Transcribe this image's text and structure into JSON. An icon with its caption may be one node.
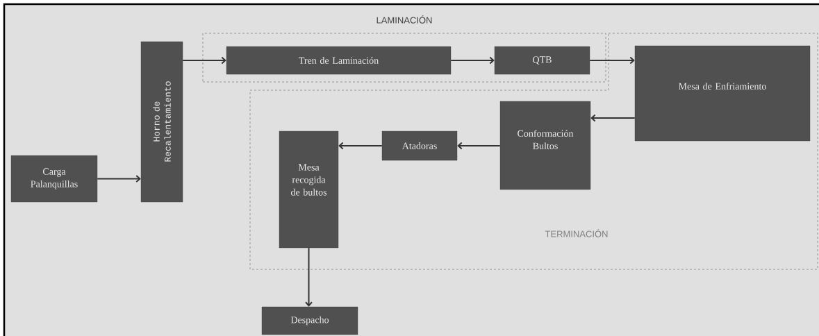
{
  "diagram": {
    "nodes": [
      {
        "text": [
          "Carga Palanquillas"
        ]
      },
      {
        "text": [
          "Horno de Recalentamiento"
        ]
      },
      {
        "text": [
          "LAMINACIÓN"
        ]
      },
      {
        "text": [
          "Tren de Laminación"
        ],
        "in": 2
      },
      {
        "text": [
          "QTB"
        ],
        "in": 2
      },
      {
        "text": [
          "TERMINACIÓN"
        ]
      },
      {
        "text": [
          "Mesa de Enfriamiento"
        ],
        "in": 5
      },
      {
        "text": [
          "Conformación Bultos"
        ],
        "in": 5
      },
      {
        "text": [
          "Atadoras"
        ],
        "in": 5
      },
      {
        "text": [
          "Mesa recogida de bultos"
        ],
        "in": 5
      },
      {
        "text": [
          "Despacho"
        ]
      }
    ],
    "edges": [
      {
        "from": 0,
        "to": 1,
        "arrow": "to"
      },
      {
        "from": 1,
        "to": 3,
        "arrow": "to"
      },
      {
        "from": 3,
        "to": 4,
        "arrow": "to"
      },
      {
        "from": 4,
        "to": 6,
        "arrow": "to"
      },
      {
        "from": 6,
        "to": 7,
        "arrow": "to"
      },
      {
        "from": 7,
        "to": 8,
        "arrow": "to"
      },
      {
        "from": 8,
        "to": 9,
        "arrow": "to"
      },
      {
        "from": 9,
        "to": 10,
        "arrow": "to"
      }
    ]
  }
}
